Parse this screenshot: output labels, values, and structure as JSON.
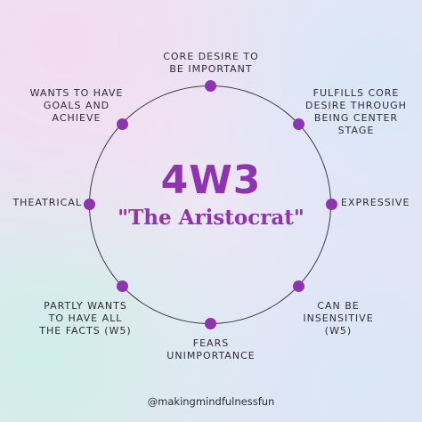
{
  "diagram": {
    "title": "4W3",
    "subtitle": "\"The Aristocrat\"",
    "accent_color": "#8e34b0",
    "ring_color": "#3c3a46",
    "nodes": [
      {
        "label": "CORE DESIRE TO\nBE IMPORTANT"
      },
      {
        "label": "FULFILLS CORE\nDESIRE THROUGH\nBEING CENTER\nSTAGE"
      },
      {
        "label": "EXPRESSIVE"
      },
      {
        "label": "CAN BE\nINSENSITIVE\n(W5)"
      },
      {
        "label": "FEARS\nUNIMPORTANCE"
      },
      {
        "label": "PARTLY WANTS\nTO HAVE ALL\nTHE FACTS  (W5)"
      },
      {
        "label": "THEATRICAL"
      },
      {
        "label": "WANTS TO HAVE\nGOALS AND\nACHIEVE"
      }
    ]
  },
  "footer": {
    "handle": "@makingmindfulnessfun"
  }
}
